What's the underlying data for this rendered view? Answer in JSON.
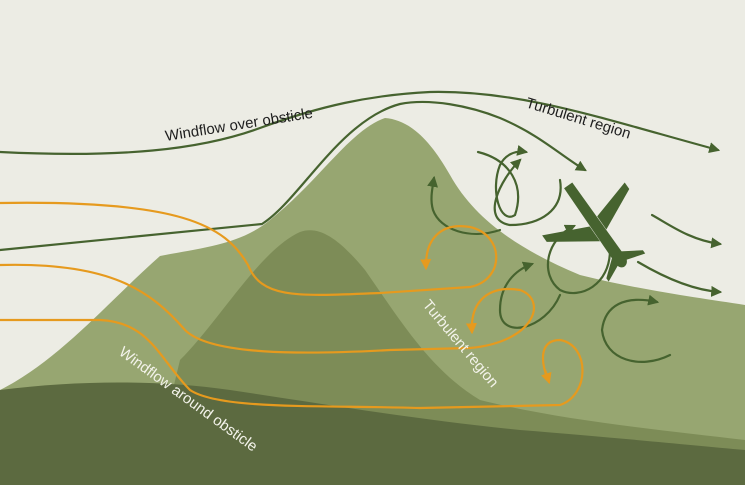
{
  "labels": {
    "over": "Windflow over obsticle",
    "around": "Windflow around obsticle",
    "turb_upper": "Turbulent region",
    "turb_lower": "Turbulent region"
  },
  "colors": {
    "background": "#ecece4",
    "mountain_light": "#97a671",
    "mountain_mid": "#7d8c57",
    "ground_dark": "#5c6a40",
    "flow_over": "#46632f",
    "flow_around": "#e69a1e"
  }
}
